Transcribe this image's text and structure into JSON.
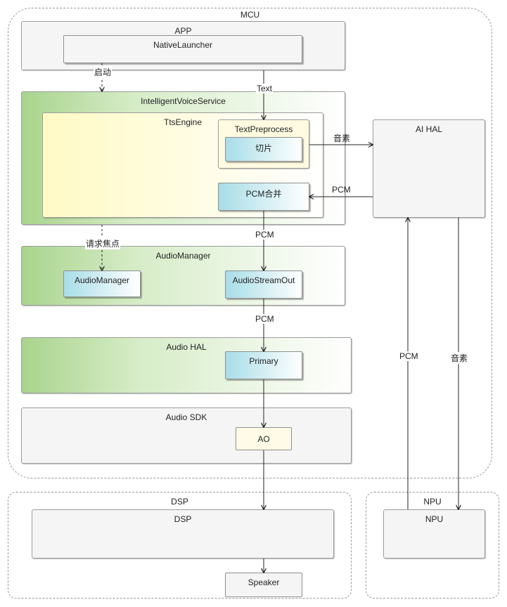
{
  "regions": {
    "mcu": "MCU",
    "dsp": "DSP",
    "npu": "NPU"
  },
  "layers": {
    "app": "APP",
    "intelligent_voice_service": "IntelligentVoiceService",
    "tts_engine": "TtsEngine",
    "text_preprocess": "TextPreprocess",
    "audio_manager": "AudioManager",
    "audio_hal": "Audio HAL",
    "audio_sdk": "Audio SDK",
    "ai_hal": "AI HAL",
    "dsp": "DSP",
    "npu": "NPU"
  },
  "nodes": {
    "native_launcher": "NativeLauncher",
    "qiepian": "切片",
    "pcm_merge": "PCM合并",
    "audio_manager": "AudioManager",
    "audio_stream_out": "AudioStreamOut",
    "primary": "Primary",
    "ao": "AO",
    "speaker": "Speaker"
  },
  "edge_labels": {
    "launch": "启动",
    "text": "Text",
    "phoneme_to_ai_hal": "音素",
    "pcm_from_ai_hal": "PCM",
    "request_focus": "请求焦点",
    "pcm_to_stream_out": "PCM",
    "pcm_to_primary": "PCM",
    "pcm_npu_to_ai_hal": "PCM",
    "phoneme_ai_hal_to_npu": "音素"
  },
  "colors": {
    "green_gradient_start": "#a9d48d",
    "cyan_gradient_start": "#a8dde8",
    "yellow_gradient_start": "#fffac4",
    "cream": "#fffbe6"
  }
}
